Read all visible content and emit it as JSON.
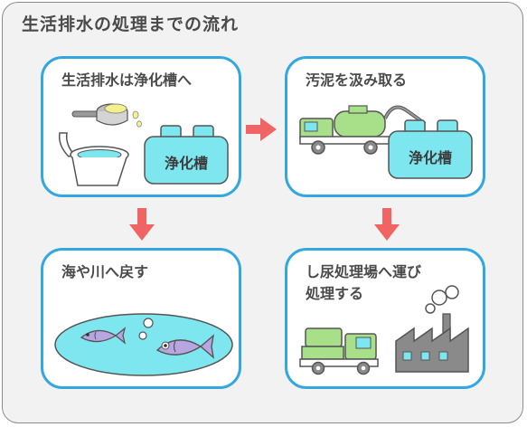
{
  "title": "生活排水の処理までの流れ",
  "steps": [
    {
      "label": "生活排水は浄化槽へ",
      "tank_label": "浄化槽"
    },
    {
      "label": "汚泥を汲み取る",
      "tank_label": "浄化槽"
    },
    {
      "label": "海や川へ戻す"
    },
    {
      "label": "し尿処理場へ運び\n処理する"
    }
  ],
  "colors": {
    "border": "#33a7e0",
    "arrow": "#f06464",
    "tank_fill": "#7ee6ef",
    "truck_green": "#a8e08a",
    "water": "#7ee6ef"
  }
}
